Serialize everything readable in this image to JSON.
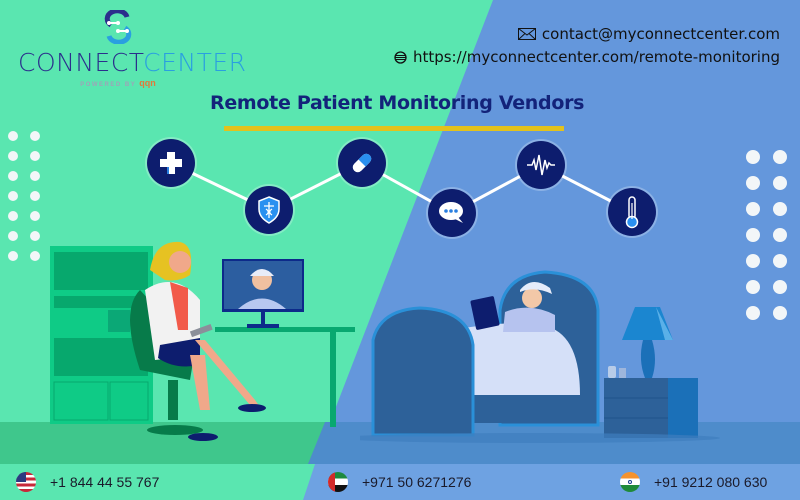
{
  "brand": {
    "name_part1": "CONNECT",
    "name_part2": "CENTER",
    "powered_by": "POWERED BY",
    "powered_brand": "qqn"
  },
  "contact": {
    "email": "contact@myconnectcenter.com",
    "website": "https://myconnectcenter.com/remote-monitoring",
    "email_icon": "envelope-icon",
    "website_icon": "globe-icon"
  },
  "headline": {
    "title": "Remote Patient Monitoring Vendors"
  },
  "icons": [
    {
      "name": "medical-cross-icon"
    },
    {
      "name": "caduceus-shield-icon"
    },
    {
      "name": "pill-capsule-icon"
    },
    {
      "name": "chat-bubble-icon"
    },
    {
      "name": "heartbeat-pulse-icon"
    },
    {
      "name": "thermometer-icon"
    }
  ],
  "illustration": {
    "left_scene": "doctor-video-call",
    "right_scene": "patient-in-bed-with-tablet"
  },
  "footer": {
    "phones": [
      {
        "country": "USA",
        "flag": "us-flag-icon",
        "number": "+1 844 44 55 767"
      },
      {
        "country": "UAE",
        "flag": "uae-flag-icon",
        "number": "+971 50 6271276"
      },
      {
        "country": "India",
        "flag": "india-flag-icon",
        "number": "+91 9212 080 630"
      }
    ]
  },
  "colors": {
    "green": "#5ae6b0",
    "blue": "#6497dc",
    "navy": "#13237a",
    "accent_yellow": "#e3c21c"
  }
}
